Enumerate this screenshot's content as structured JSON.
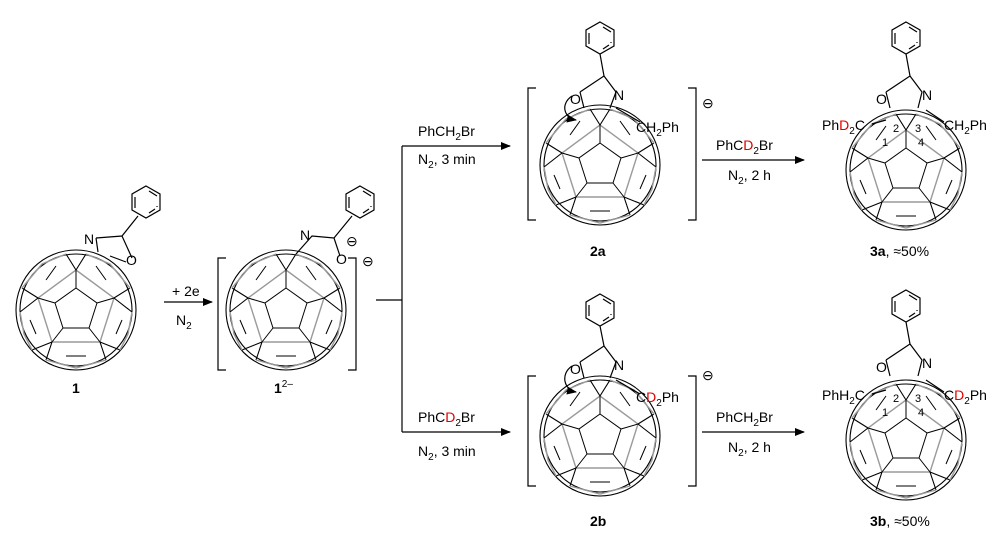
{
  "compounds": {
    "c1": {
      "label": "1"
    },
    "c1dianion": {
      "label": "1",
      "charge": "2–"
    },
    "c2a": {
      "label": "2a"
    },
    "c2b": {
      "label": "2b"
    },
    "c3a": {
      "label": "3a",
      "yield": ", ≈50%"
    },
    "c3b": {
      "label": "3b",
      "yield": ", ≈50%"
    }
  },
  "arrows": {
    "step1": {
      "reagent": "+ 2e",
      "condition_base": "N",
      "condition_sub": "2"
    },
    "top_first": {
      "reagent_parts": [
        "PhCH",
        "2",
        "Br"
      ],
      "condition_parts": [
        "N",
        "2",
        ", 3 min"
      ]
    },
    "bottom_first": {
      "reagent_parts": [
        "PhC",
        "D",
        "2",
        "Br"
      ],
      "condition_parts": [
        "N",
        "2",
        ", 3 min"
      ]
    },
    "top_second": {
      "reagent_parts": [
        "PhC",
        "D",
        "2",
        "Br"
      ],
      "condition_parts": [
        "N",
        "2",
        ", 2 h"
      ]
    },
    "bottom_second": {
      "reagent_parts": [
        "PhCH",
        "2",
        "Br"
      ],
      "condition_parts": [
        "N",
        "2",
        ", 2 h"
      ]
    }
  },
  "atoms": {
    "N": "N",
    "O": "O",
    "ominus": "⊖",
    "c1_1": "1",
    "c1_2": "2",
    "c1_3": "3",
    "c1_4": "4"
  },
  "substituents": {
    "s2a_right": "CH2Ph",
    "s2b_right": "CD2Ph",
    "s3a_left": "PhD2C",
    "s3a_right": "CH2Ph",
    "s3b_left": "PhH2C",
    "s3b_right": "CD2Ph"
  },
  "colors": {
    "deuterium": "#e00000",
    "cage_back": "#9a9a9a"
  }
}
